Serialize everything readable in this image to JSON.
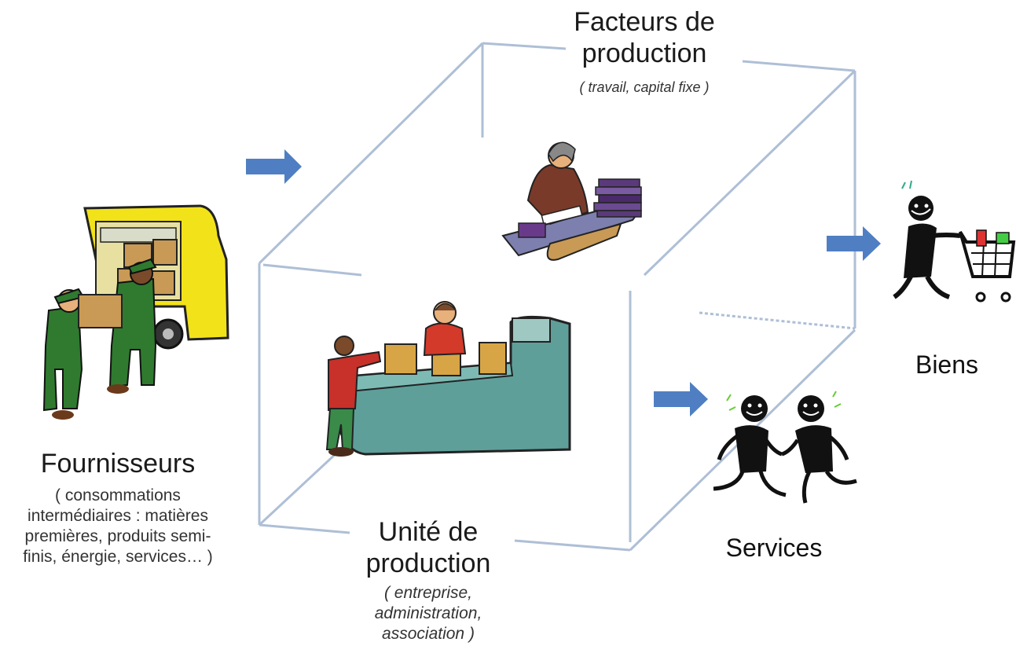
{
  "colors": {
    "arrow": "#4f7fc2",
    "box_lines": "#aebfd6",
    "truck_yellow": "#f2e21a",
    "worker_green": "#2f7a2f",
    "conveyor": "#5e9f9a"
  },
  "icons": {
    "truck": "delivery-truck-with-workers",
    "desk": "person-writing-at-desk-with-books",
    "assembly": "workers-at-conveyor-belt",
    "shopper": "figure-pushing-shopping-cart",
    "handshake": "two-figures-shaking-hands"
  },
  "labels": {
    "facteurs_title_1": "Facteurs de",
    "facteurs_title_2": "production",
    "facteurs_sub": "( travail, capital fixe )",
    "fournisseurs_title": "Fournisseurs",
    "fournisseurs_sub_1": "( consommations",
    "fournisseurs_sub_2": "intermédiaires : matières",
    "fournisseurs_sub_3": "premières, produits semi-",
    "fournisseurs_sub_4": "finis, énergie, services… )",
    "unite_title_1": "Unité de",
    "unite_title_2": "production",
    "unite_sub_1": "( entreprise,",
    "unite_sub_2": "administration,",
    "unite_sub_3": "association )",
    "biens": "Biens",
    "services": "Services"
  }
}
